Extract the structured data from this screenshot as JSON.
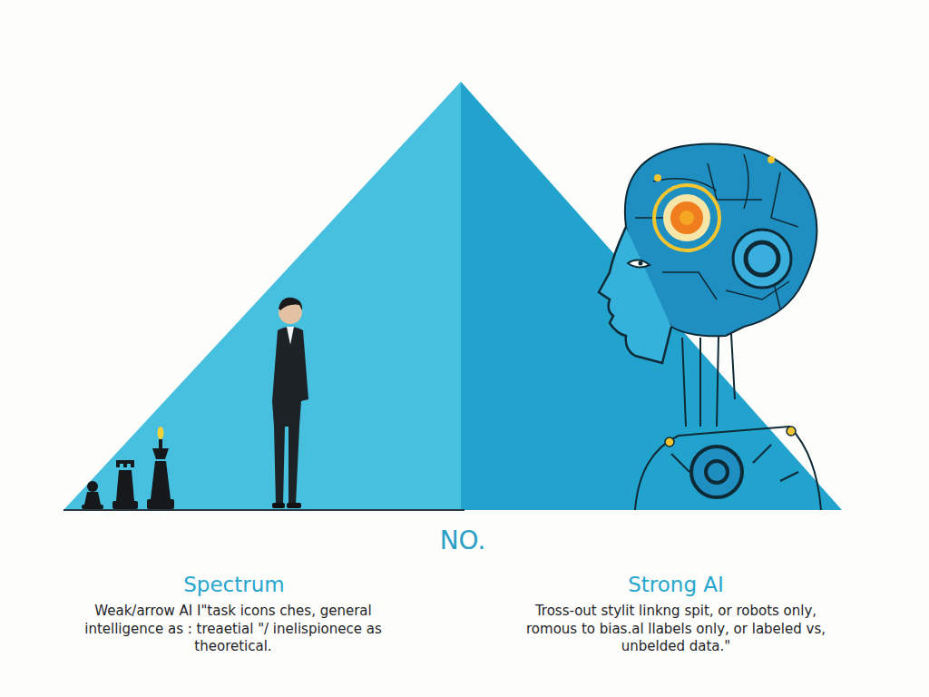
{
  "diagram": {
    "labels": [
      "NO.",
      "Spectrum",
      "Weak/arrow AI I\"task icons ches, general intelligence as : treaetial \"/ inelispionece as theoretical.",
      "Strong AI",
      "Tross-out stylit linkng spit, or robots only, romous to bias.al llabels only, or labeled vs, unbelded data.\""
    ]
  }
}
